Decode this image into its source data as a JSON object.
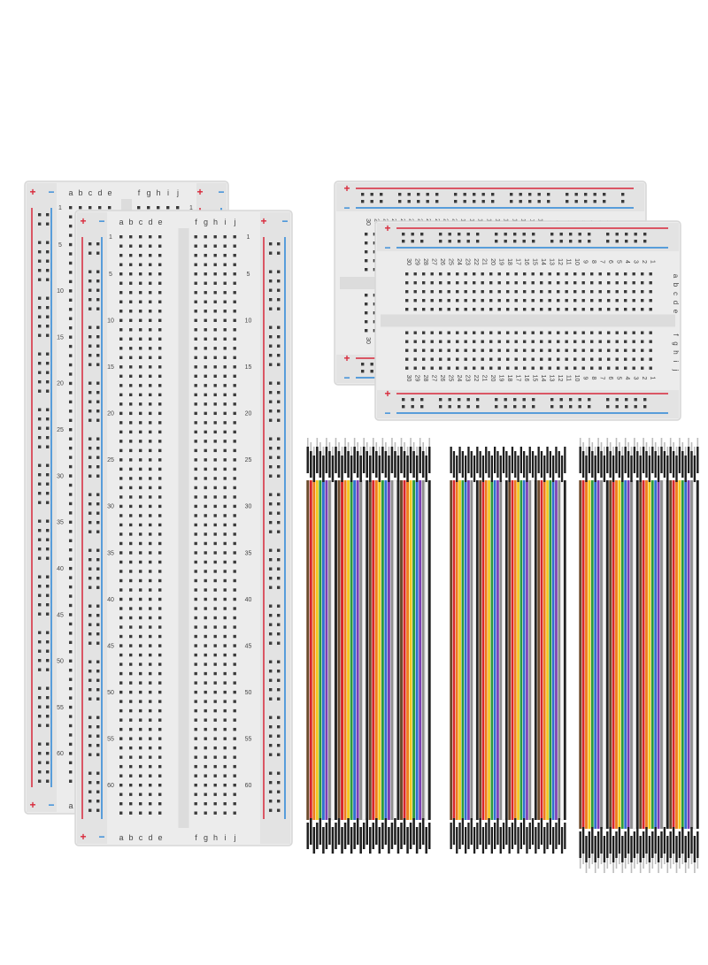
{
  "product": {
    "colors": {
      "board": "#ececec",
      "board_edge": "#d7d7d7",
      "hole": "#3a3a3a",
      "rail_positive": "#d8283a",
      "rail_negative": "#2b86d8",
      "connector": "#1e1e1e",
      "pin": "#bcbcbc"
    },
    "large_boards": {
      "column_letters_left": [
        "a",
        "b",
        "c",
        "d",
        "e"
      ],
      "column_letters_right": [
        "f",
        "g",
        "h",
        "i",
        "j"
      ],
      "row_numbers": [
        "1",
        "5",
        "10",
        "15",
        "20",
        "25",
        "30",
        "35",
        "40",
        "45",
        "50",
        "55",
        "60"
      ],
      "plus_sign": "+",
      "minus_sign": "−"
    },
    "small_boards": {
      "row_letters": [
        "a",
        "b",
        "c",
        "d",
        "e",
        "f",
        "g",
        "h",
        "i",
        "j"
      ],
      "column_numbers": [
        "1",
        "2",
        "3",
        "4",
        "5",
        "6",
        "7",
        "8",
        "9",
        "10",
        "11",
        "12",
        "13",
        "14",
        "15",
        "16",
        "17",
        "18",
        "19",
        "20",
        "21",
        "22",
        "23",
        "24",
        "25",
        "26",
        "27",
        "28",
        "29",
        "30"
      ],
      "plus_sign": "+",
      "minus_sign": "−"
    },
    "wire_colors": [
      "#6b4a2b",
      "#d6262b",
      "#ef7d1c",
      "#f2c71f",
      "#2e9c3c",
      "#2f6fd0",
      "#7b3fb3",
      "#8e8e8e",
      "#f4f4f4",
      "#222222"
    ],
    "wire_bundles": [
      {
        "type": "male-to-female",
        "wires": 40
      },
      {
        "type": "female-to-female",
        "wires": 40
      },
      {
        "type": "male-to-male",
        "wires": 40
      }
    ]
  }
}
